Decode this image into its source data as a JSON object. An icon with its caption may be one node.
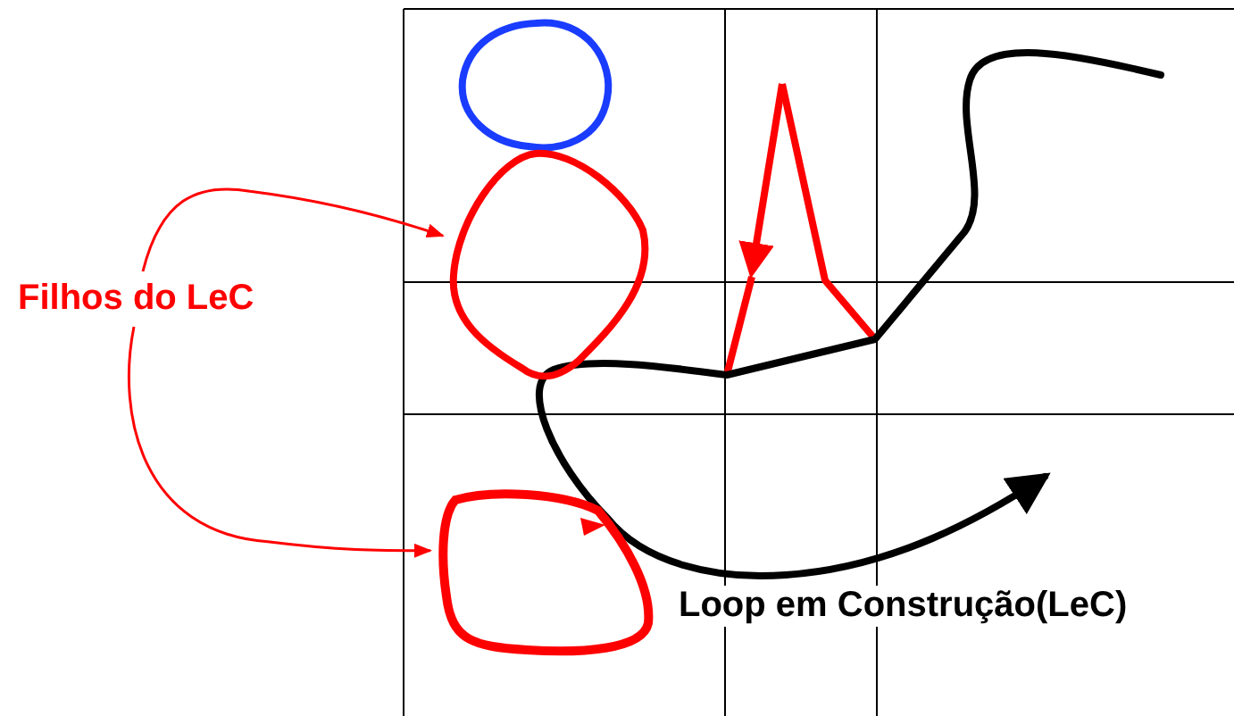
{
  "diagram": {
    "nodes": [
      {
        "text": [
          "Filhos do LeC"
        ]
      },
      {
        "text": [],
        "shape": "circle"
      },
      {
        "text": [],
        "shape": "circle"
      },
      {
        "text": [],
        "shape": "circle"
      }
    ],
    "edges": [
      {
        "from": 0,
        "to": 2,
        "arrow": "to",
        "color": "#ff0000"
      },
      {
        "from": 0,
        "to": 3,
        "arrow": "to",
        "color": "#ff0000"
      }
    ],
    "labels": [
      "Loop em Construção(LeC)"
    ]
  }
}
